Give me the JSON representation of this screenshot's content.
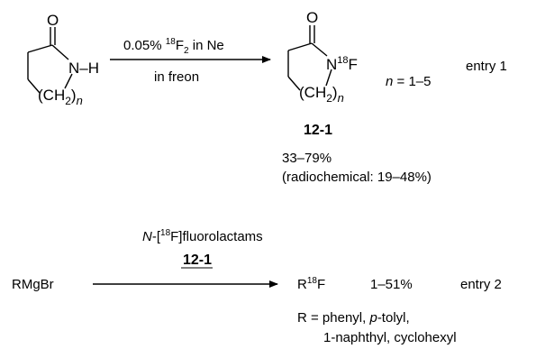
{
  "entry1": {
    "reactant": {
      "carbonyl_o": "O",
      "nh_label": "N–H",
      "chain_label": "(CH",
      "chain_sub": "2",
      "chain_close": ")",
      "chain_n": "n"
    },
    "arrow": {
      "reagent_prefix": "0.05% ",
      "reagent_isotope": "18",
      "reagent_f": "F",
      "reagent_sub": "2",
      "reagent_suffix": " in Ne",
      "solvent": "in freon"
    },
    "product": {
      "carbonyl_o": "O",
      "n_label": "N",
      "isotope": "18",
      "f_label": "F",
      "chain_label": "(CH",
      "chain_sub": "2",
      "chain_close": ")",
      "chain_n": "n",
      "compound_id": "12-1",
      "yield": "33–79%",
      "radiochemical": "(radiochemical: 19–48%)"
    },
    "n_range_var": "n",
    "n_range_value": " = 1–5",
    "entry_label": "entry 1"
  },
  "entry2": {
    "reagent_italic": "N",
    "reagent_mid": "-[",
    "reagent_isotope": "18",
    "reagent_tail": "F]fluorolactams",
    "reagent_id": "12-1",
    "reactant": "RMgBr",
    "product_r": "R",
    "product_isotope": "18",
    "product_f": "F",
    "yield": "1–51%",
    "entry_label": "entry 2",
    "r_def_prefix": "R = phenyl, ",
    "r_def_italic": "p",
    "r_def_suffix": "-tolyl,",
    "r_def_line2": "1-naphthyl, cyclohexyl"
  }
}
